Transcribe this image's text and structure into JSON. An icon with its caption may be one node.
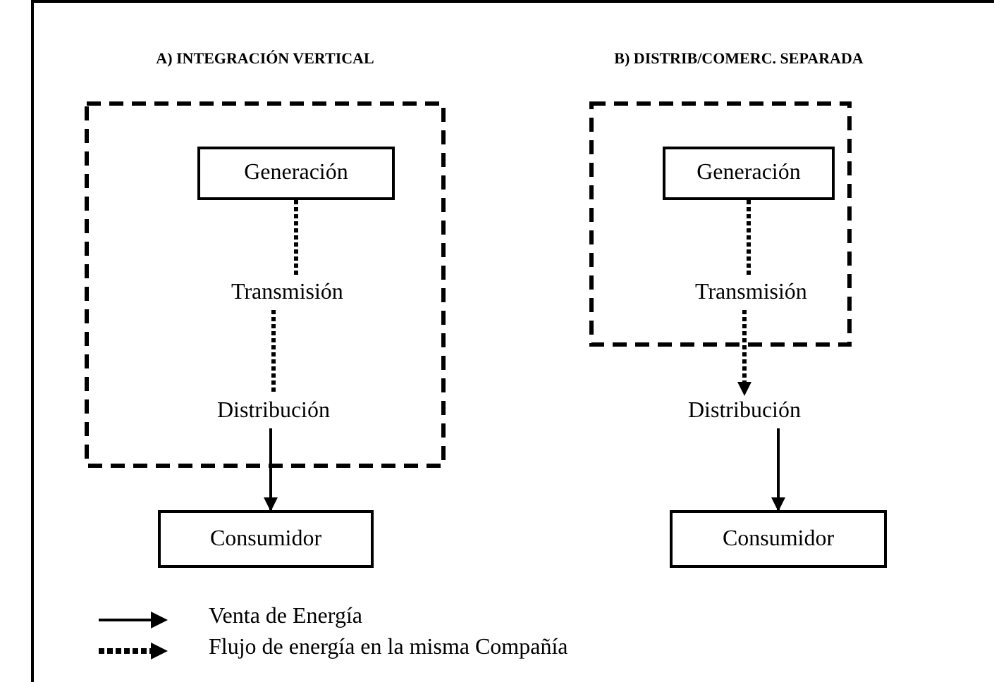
{
  "diagram": {
    "nodes": [
      {
        "text": [
          "A) INTEGRACIÓN VERTICAL"
        ]
      },
      {
        "text": [
          "Generación"
        ],
        "in": 0
      },
      {
        "text": [
          "Transmisión"
        ],
        "in": 0
      },
      {
        "text": [
          "Distribución"
        ],
        "in": 0
      },
      {
        "text": [
          "Consumidor"
        ]
      },
      {
        "text": [
          "B) DISTRIB/COMERC. SEPARADA"
        ]
      },
      {
        "text": [
          "Generación"
        ],
        "in": 5
      },
      {
        "text": [
          "Transmisión"
        ],
        "in": 5
      },
      {
        "text": [
          "Distribución"
        ]
      },
      {
        "text": [
          "Consumidor"
        ]
      }
    ],
    "edges": [
      {
        "from": 1,
        "to": 2,
        "arrow": "none",
        "style": "dashed"
      },
      {
        "from": 2,
        "to": 3,
        "arrow": "none",
        "style": "dashed"
      },
      {
        "from": 3,
        "to": 4,
        "arrow": "to"
      },
      {
        "from": 6,
        "to": 7,
        "arrow": "none",
        "style": "dashed"
      },
      {
        "from": 7,
        "to": 8,
        "arrow": "to",
        "style": "dashed"
      },
      {
        "from": 8,
        "to": 9,
        "arrow": "to"
      }
    ],
    "legend": [
      {
        "text": "Venta de Energía"
      },
      {
        "text": "Flujo de energía en la misma Compañía"
      }
    ]
  }
}
